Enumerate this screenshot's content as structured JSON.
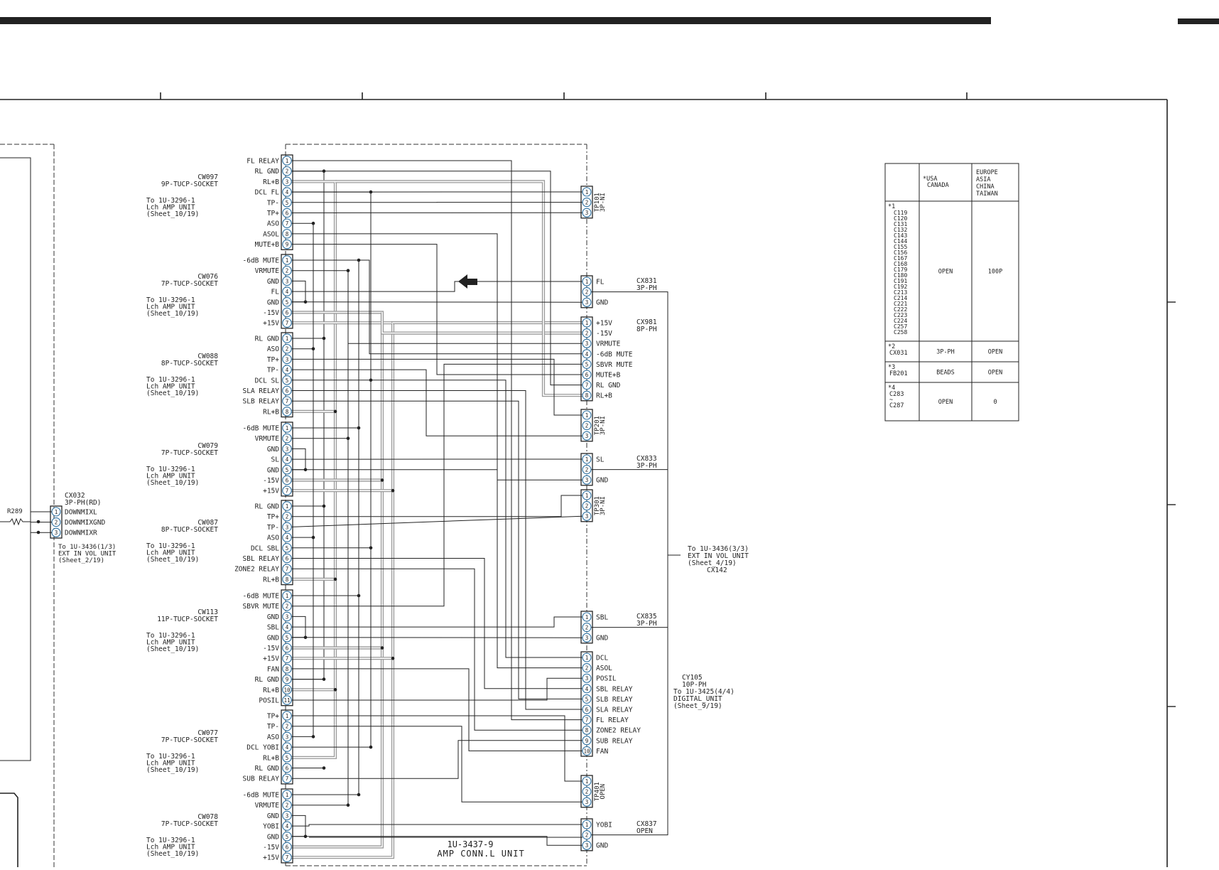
{
  "unit": {
    "id": "1U-3437-9",
    "name": "AMP CONN.L UNIT"
  },
  "sockets": [
    {
      "ref": "CW097",
      "type": "9P-TUCP-SOCKET",
      "dest": [
        "To 1U-3296-1",
        "Lch AMP UNIT",
        "(Sheet_10/19)"
      ],
      "pins": [
        "FL RELAY",
        "RL GND",
        "RL+B",
        "DCL FL",
        "TP-",
        "TP+",
        "ASO",
        "ASOL",
        "MUTE+B"
      ]
    },
    {
      "ref": "CW076",
      "type": "7P-TUCP-SOCKET",
      "dest": [
        "To 1U-3296-1",
        "Lch AMP UNIT",
        "(Sheet_10/19)"
      ],
      "pins": [
        "-6dB MUTE",
        "VRMUTE",
        "GND",
        "FL",
        "GND",
        "-15V",
        "+15V"
      ]
    },
    {
      "ref": "CW088",
      "type": "8P-TUCP-SOCKET",
      "dest": [
        "To 1U-3296-1",
        "Lch AMP UNIT",
        "(Sheet_10/19)"
      ],
      "pins": [
        "RL GND",
        "ASO",
        "TP+",
        "TP-",
        "DCL SL",
        "SLA RELAY",
        "SLB RELAY",
        "RL+B"
      ]
    },
    {
      "ref": "CW079",
      "type": "7P-TUCP-SOCKET",
      "dest": [
        "To 1U-3296-1",
        "Lch AMP UNIT",
        "(Sheet_10/19)"
      ],
      "pins": [
        "-6dB MUTE",
        "VRMUTE",
        "GND",
        "SL",
        "GND",
        "-15V",
        "+15V"
      ]
    },
    {
      "ref": "CW087",
      "type": "8P-TUCP-SOCKET",
      "dest": [
        "To 1U-3296-1",
        "Lch AMP UNIT",
        "(Sheet_10/19)"
      ],
      "pins": [
        "RL GND",
        "TP+",
        "TP-",
        "ASO",
        "DCL SBL",
        "SBL RELAY",
        "ZONE2 RELAY",
        "RL+B"
      ]
    },
    {
      "ref": "CW113",
      "type": "11P-TUCP-SOCKET",
      "dest": [
        "To 1U-3296-1",
        "Lch AMP UNIT",
        "(Sheet_10/19)"
      ],
      "pins": [
        "-6dB MUTE",
        "SBVR MUTE",
        "GND",
        "SBL",
        "GND",
        "-15V",
        "+15V",
        "FAN",
        "RL GND",
        "RL+B",
        "POSIL"
      ]
    },
    {
      "ref": "CW077",
      "type": "7P-TUCP-SOCKET",
      "dest": [
        "To 1U-3296-1",
        "Lch AMP UNIT",
        "(Sheet_10/19)"
      ],
      "pins": [
        "TP+",
        "TP-",
        "ASO",
        "DCL YOBI",
        "RL+B",
        "RL GND",
        "SUB RELAY"
      ]
    },
    {
      "ref": "CW078",
      "type": "7P-TUCP-SOCKET",
      "dest": [
        "To 1U-3296-1",
        "Lch AMP UNIT",
        "(Sheet_10/19)"
      ],
      "pins": [
        "-6dB MUTE",
        "VRMUTE",
        "GND",
        "YOBI",
        "GND",
        "-15V",
        "+15V"
      ]
    }
  ],
  "right_connectors": [
    {
      "ref": "TP101",
      "type": "3P-NI",
      "pins": [
        "",
        "",
        ""
      ]
    },
    {
      "ref": "CX831",
      "type": "3P-PH",
      "pins": [
        "FL",
        "",
        "GND"
      ]
    },
    {
      "ref": "CX981",
      "type": "8P-PH",
      "pins": [
        "+15V",
        "-15V",
        "VRMUTE",
        "-6dB MUTE",
        "SBVR MUTE",
        "MUTE+B",
        "RL GND",
        "RL+B"
      ]
    },
    {
      "ref": "TP201",
      "type": "3P-NI",
      "pins": [
        "",
        "",
        ""
      ]
    },
    {
      "ref": "CX833",
      "type": "3P-PH",
      "pins": [
        "SL",
        "",
        "GND"
      ]
    },
    {
      "ref": "TP301",
      "type": "3P-NI",
      "pins": [
        "",
        "",
        ""
      ]
    },
    {
      "ref": "CX835",
      "type": "3P-PH",
      "pins": [
        "SBL",
        "",
        "GND"
      ]
    },
    {
      "ref": "CY105",
      "type": "10P-PH",
      "pins": [
        "DCL",
        "ASOL",
        "POSIL",
        "SBL RELAY",
        "SLB RELAY",
        "SLA RELAY",
        "FL RELAY",
        "ZONE2 RELAY",
        "SUB RELAY",
        "FAN"
      ]
    },
    {
      "ref": "TP401",
      "type": "OPEN",
      "pins": [
        "",
        "",
        ""
      ]
    },
    {
      "ref": "CX837",
      "type": "OPEN",
      "pins": [
        "YOBI",
        "",
        "GND"
      ]
    }
  ],
  "cx032": {
    "ref": "CX032",
    "type": "3P-PH(RD)",
    "pins": [
      "DOWNMIXL",
      "DOWNMIXGND",
      "DOWNMIXR"
    ],
    "dest": [
      "To 1U-3436(1/3)",
      "EXT IN VOL UNIT",
      "(Sheet_2/19)"
    ],
    "resistor": "R289"
  },
  "ext_dest": [
    "To 1U-3436(3/3)",
    "EXT IN VOL UNIT",
    "(Sheet_4/19)",
    "CX142"
  ],
  "cy105_dest": [
    "CY105",
    "10P-PH",
    "To 1U-3425(4/4)",
    "DIGITAL_UNIT",
    "(Sheet_9/19)"
  ],
  "table": {
    "headers": [
      "",
      "*USA CANADA",
      "EUROPE ASIA CHINA TAIWAN"
    ],
    "rows": [
      {
        "mark": "*1",
        "parts": [
          "C119",
          "C120",
          "C131",
          "C132",
          "C143",
          "C144",
          "C155",
          "C156",
          "C167",
          "C168",
          "C179",
          "C180",
          "C191",
          "C192",
          "C213",
          "C214",
          "C221",
          "C222",
          "C223",
          "C224",
          "C257",
          "C258"
        ],
        "usa": "OPEN",
        "eu": "100P"
      },
      {
        "mark": "*2",
        "parts": [
          "CX031"
        ],
        "usa": "3P-PH",
        "eu": "OPEN"
      },
      {
        "mark": "*3",
        "parts": [
          "FB201"
        ],
        "usa": "BEADS",
        "eu": "OPEN"
      },
      {
        "mark": "*4",
        "parts": [
          "C283",
          "~",
          "C287"
        ],
        "usa": "OPEN",
        "eu": "0"
      }
    ]
  }
}
